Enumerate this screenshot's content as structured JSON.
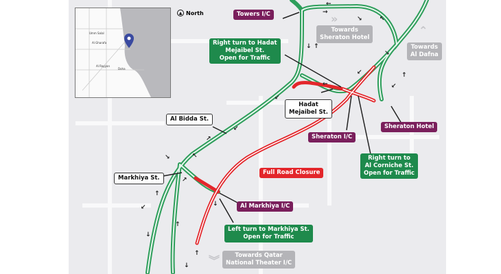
{
  "north_label": "North",
  "inset": {
    "places": [
      "Umm Salal",
      "Al Gharafa",
      "Al Rayyan",
      "Doha"
    ],
    "pin_color": "#3a4aa0"
  },
  "labels": {
    "towers_ic": "Towers I/C",
    "towards_sheraton": "Towards\nSheraton Hotel",
    "towards_dafna": "Towards\nAl Dafna",
    "right_turn_hadat": "Right turn to Hadat\nMejaibel St.\nOpen for Traffic",
    "hadat_mejaibel": "Hadat\nMejaibel St.",
    "al_bidda": "Al Bidda St.",
    "sheraton_ic": "Sheraton I/C",
    "sheraton_hotel": "Sheraton Hotel",
    "full_road_closure": "Full Road Closure",
    "right_turn_corniche": "Right turn to\nAl Corniche St.\nOpen for Traffic",
    "markhiya_st": "Markhiya St.",
    "al_markhiya_ic": "Al Markhiya I/C",
    "left_turn_markhiya": "Left turn to Markhiya St.\nOpen for Traffic",
    "towards_theater": "Towards Qatar\nNational Theater I/C"
  },
  "colors": {
    "open_road": "#2e9e5b",
    "closed_road": "#e3262b",
    "interchange": "#7a1f5c",
    "open_label": "#1e8a4c"
  }
}
